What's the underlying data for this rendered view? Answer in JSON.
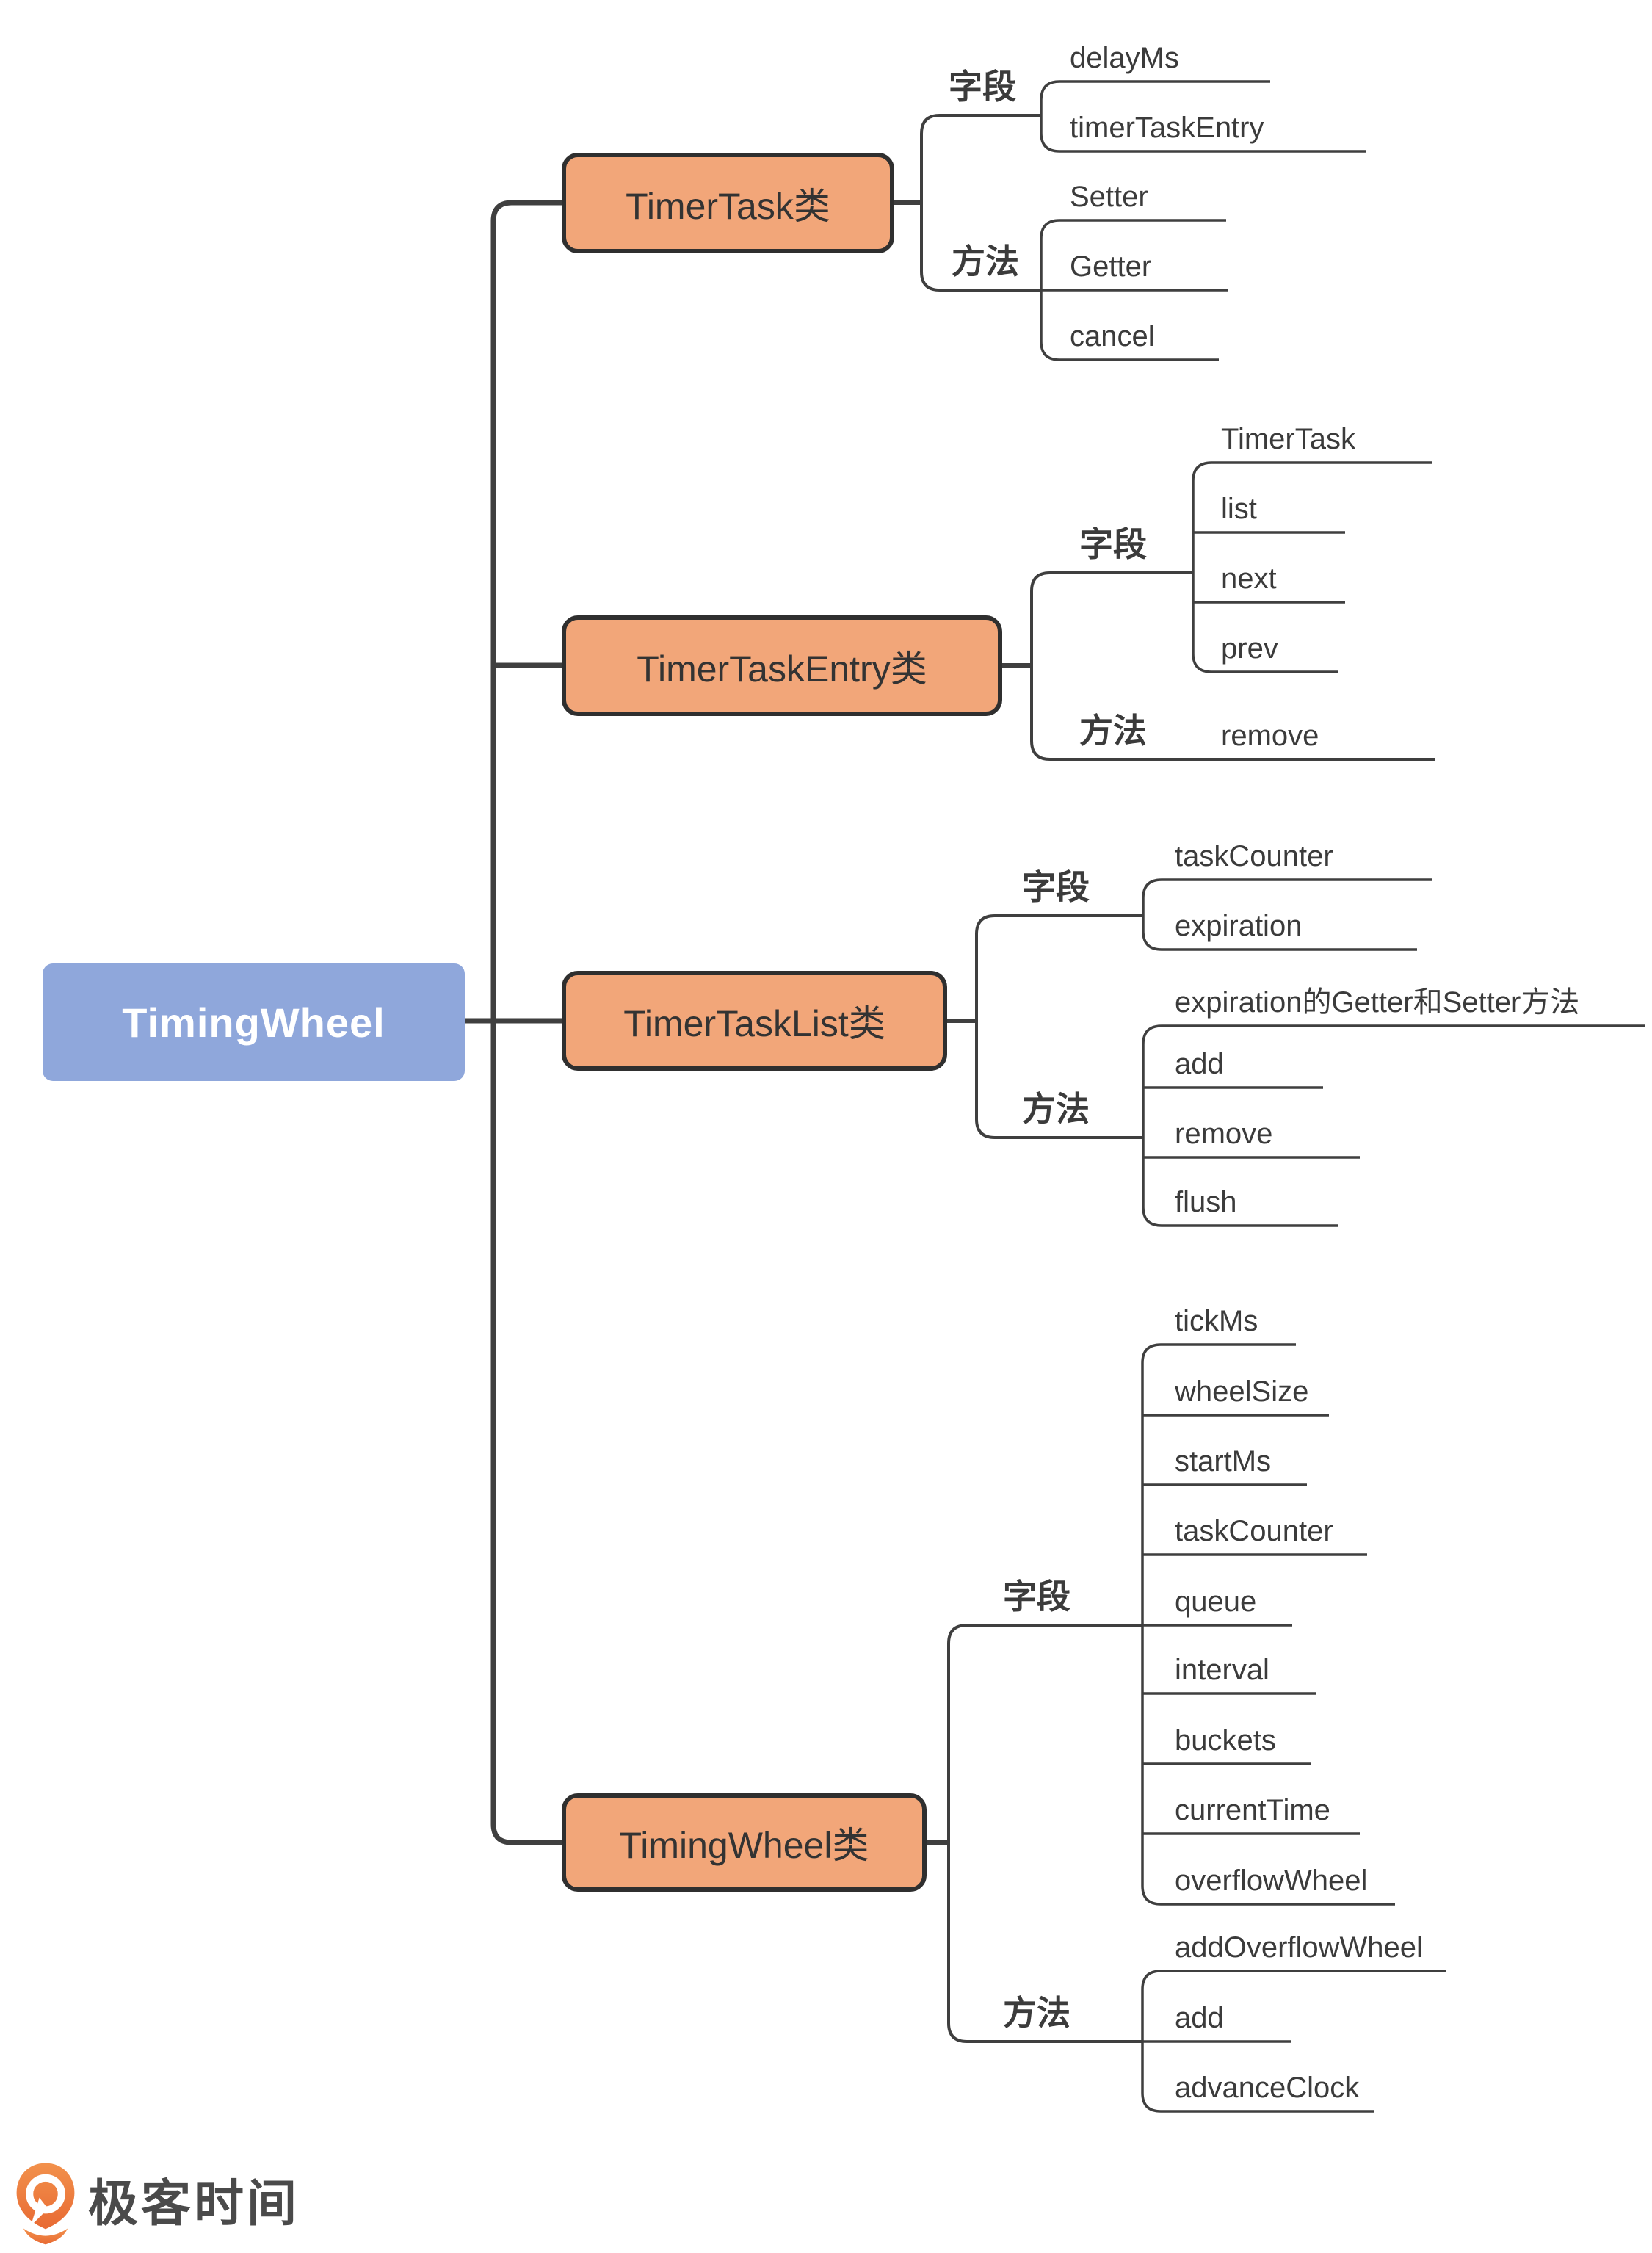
{
  "root": {
    "label": "TimingWheel"
  },
  "branches": [
    {
      "label": "TimerTask类",
      "groups": [
        {
          "label": "字段",
          "items": [
            "delayMs",
            "timerTaskEntry"
          ]
        },
        {
          "label": "方法",
          "items": [
            "Setter",
            "Getter",
            "cancel"
          ]
        }
      ]
    },
    {
      "label": "TimerTaskEntry类",
      "groups": [
        {
          "label": "字段",
          "items": [
            "TimerTask",
            "list",
            "next",
            "prev"
          ]
        },
        {
          "label": "方法",
          "items": [
            "remove"
          ]
        }
      ]
    },
    {
      "label": "TimerTaskList类",
      "groups": [
        {
          "label": "字段",
          "items": [
            "taskCounter",
            "expiration"
          ]
        },
        {
          "label": "方法",
          "items": [
            "expiration的Getter和Setter方法",
            "add",
            "remove",
            "flush"
          ]
        }
      ]
    },
    {
      "label": "TimingWheel类",
      "groups": [
        {
          "label": "字段",
          "items": [
            "tickMs",
            "wheelSize",
            "startMs",
            "taskCounter",
            "queue",
            "interval",
            "buckets",
            "currentTime",
            "overflowWheel"
          ]
        },
        {
          "label": "方法",
          "items": [
            "addOverflowWheel",
            "add",
            "advanceClock"
          ]
        }
      ]
    }
  ],
  "footer": {
    "brand": "极客时间"
  },
  "colors": {
    "root_fill": "#8FA7DB",
    "root_text": "#FFFFFF",
    "branch_fill": "#F2A679",
    "branch_border": "#2F2F2F",
    "line": "#3F3F3F",
    "text": "#3B3B3B",
    "logo_orange_top": "#F2914C",
    "logo_orange_bottom": "#E86A33"
  }
}
